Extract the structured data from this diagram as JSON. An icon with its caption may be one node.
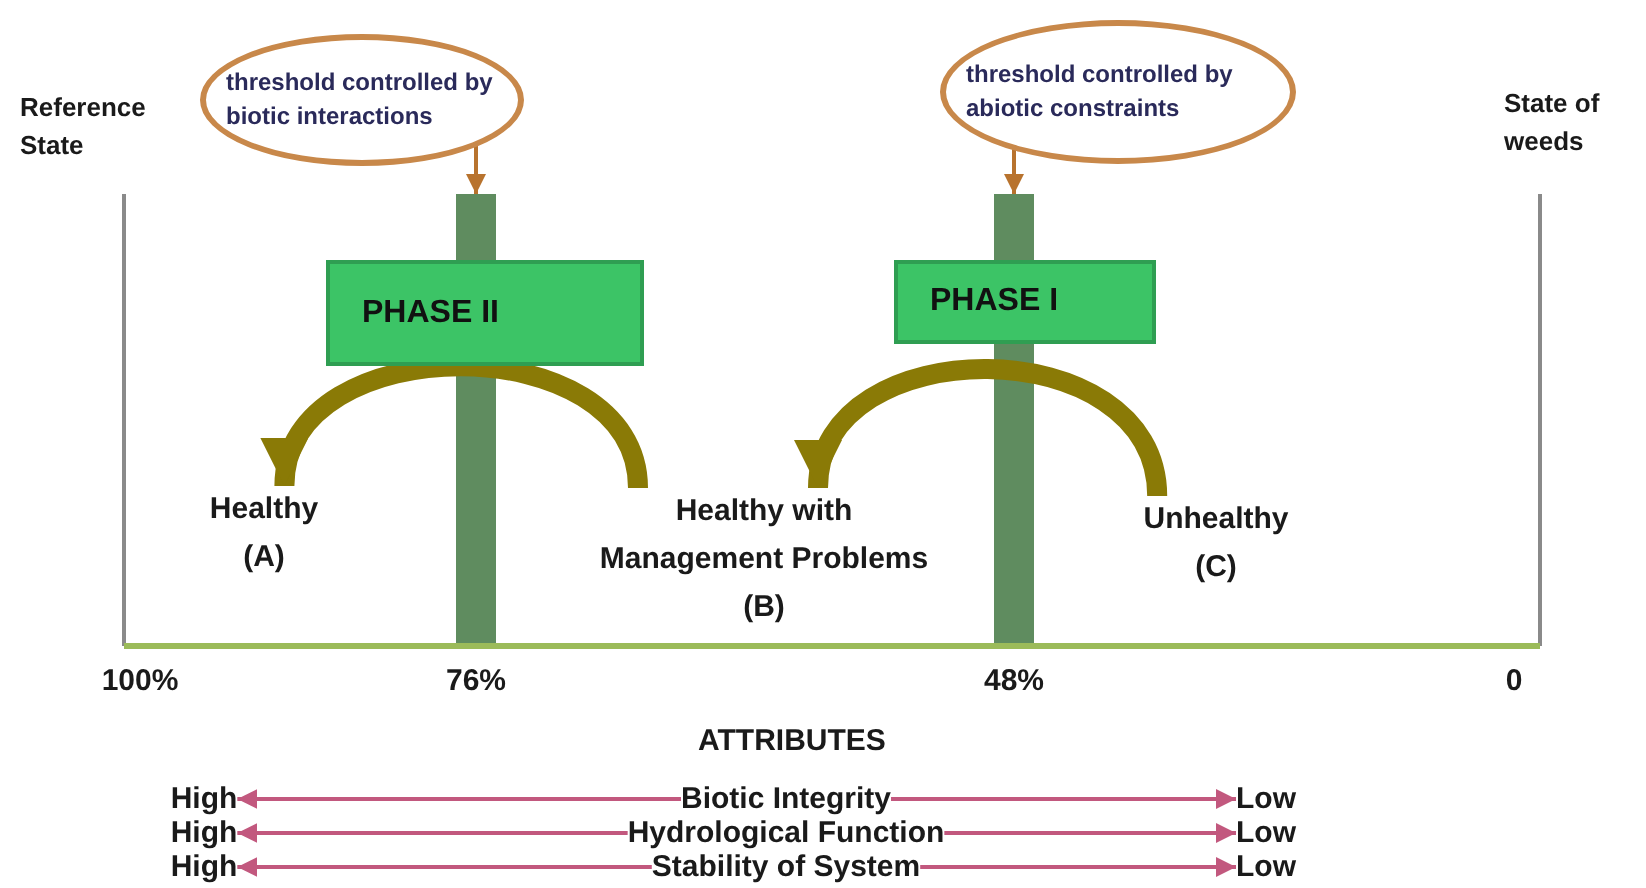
{
  "diagram": {
    "nodes": [
      {
        "text": [
          "threshold controlled by biotic interactions"
        ]
      },
      {
        "text": [
          "threshold controlled by abiotic constraints"
        ]
      },
      {
        "text": [],
        "shape": "bar"
      },
      {
        "text": [
          "PHASE II"
        ]
      },
      {
        "text": [],
        "shape": "bar"
      },
      {
        "text": [
          "PHASE I"
        ]
      },
      {
        "text": [
          "Healthy (A)"
        ]
      },
      {
        "text": [
          "Healthy with Management Problems (B)"
        ]
      },
      {
        "text": [
          "Unhealthy (C)"
        ]
      },
      {
        "text": [
          "High"
        ]
      },
      {
        "text": [
          "High"
        ]
      },
      {
        "text": [
          "High"
        ]
      },
      {
        "text": [
          "Biotic Integrity"
        ]
      },
      {
        "text": [
          "Hydrological Function"
        ]
      },
      {
        "text": [
          "Stability of System"
        ]
      },
      {
        "text": [
          "Low"
        ]
      },
      {
        "text": [
          "Low"
        ]
      },
      {
        "text": [
          "Low"
        ]
      }
    ],
    "edges": [
      {
        "from": 0,
        "to": 2,
        "arrow": "to",
        "color": "#b8732e"
      },
      {
        "from": 1,
        "to": 4,
        "arrow": "to",
        "color": "#b8732e"
      },
      {
        "from": 7,
        "to": 6,
        "arrow": "to",
        "style": "thick",
        "color": "#8a7a06"
      },
      {
        "from": 8,
        "to": 7,
        "arrow": "to",
        "style": "thick",
        "color": "#8a7a06"
      },
      {
        "from": 12,
        "to": 9,
        "arrow": "to"
      },
      {
        "from": 12,
        "to": 15,
        "arrow": "to"
      },
      {
        "from": 13,
        "to": 10,
        "arrow": "to"
      },
      {
        "from": 13,
        "to": 16,
        "arrow": "to"
      },
      {
        "from": 14,
        "to": 11,
        "arrow": "to"
      },
      {
        "from": 14,
        "to": 17,
        "arrow": "to"
      }
    ],
    "labels": [
      "Reference State",
      "State of weeds",
      "100%",
      "76%",
      "48%",
      "0",
      "ATTRIBUTES"
    ]
  }
}
